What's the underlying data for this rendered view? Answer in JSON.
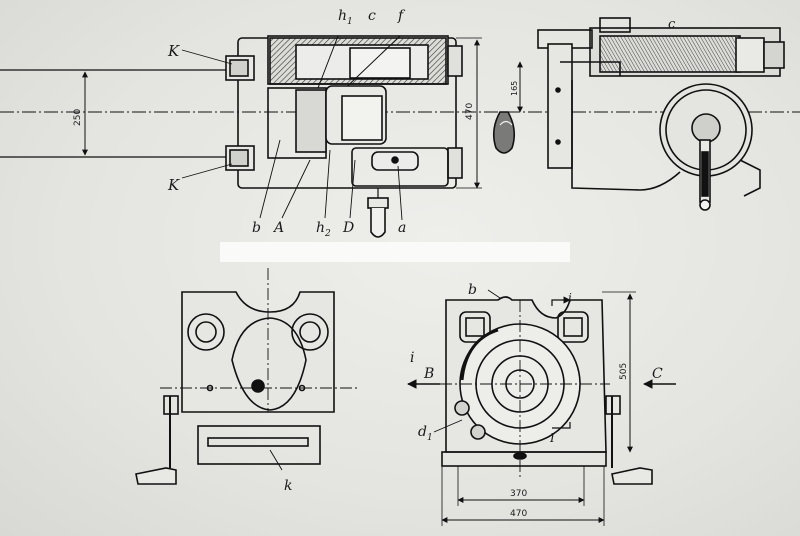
{
  "labels": {
    "K_top": "K",
    "K_bottom": "K",
    "h1": "h",
    "h1_sub": "1",
    "c_top": "c",
    "f": "f",
    "b_top": "b",
    "A": "A",
    "h2": "h",
    "h2_sub": "2",
    "D": "D",
    "a": "a",
    "c_right": "c",
    "k": "k",
    "b_right": "b",
    "i_top": "i",
    "i_left": "i",
    "B": "B",
    "C": "C",
    "I_bottom": "I",
    "d1": "d",
    "d1_sub": "1"
  },
  "dimensions": {
    "d250": "250",
    "d470_top": "470",
    "d165": "165",
    "d505": "505",
    "d370": "370",
    "d470_bottom": "470"
  }
}
